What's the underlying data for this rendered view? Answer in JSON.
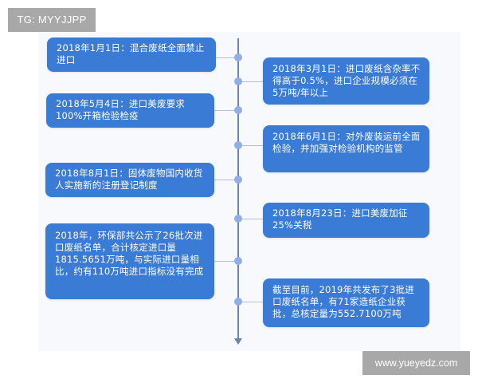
{
  "watermarks": {
    "top_left": "TG: MYYJJPP",
    "bottom_right": "www.yueyedz.com"
  },
  "timeline": {
    "colors": {
      "box": "#3a7bd5",
      "axis": "#6c84a8",
      "dot": "#8fb0e6",
      "connector": "#b6c0cc",
      "panel": "#f8f9fc"
    },
    "left_events": [
      {
        "text": "2018年1月1日：混合废纸全面禁止进口"
      },
      {
        "text": "2018年5月4日：进口美废要求100%开箱检验检疫"
      },
      {
        "text": "2018年8月1日：固体废物国内收货人实施新的注册登记制度"
      },
      {
        "text": "2018年，环保部共公示了26批次进口废纸名单，合计核定进口量1815.5651万吨，与实际进口量相比，约有110万吨进口指标没有完成"
      }
    ],
    "right_events": [
      {
        "text": "2018年3月1日：进口废纸含杂率不得高于0.5%，进口企业规模必须在5万吨/年以上"
      },
      {
        "text": "2018年6月1日：对外废装运前全面检验，并加强对检验机构的监管"
      },
      {
        "text": "2018年8月23日：进口美废加征25%关税"
      },
      {
        "text": "截至目前，2019年共发布了3批进口废纸名单，有71家造纸企业获批，总核定量为552.7100万吨"
      }
    ]
  }
}
